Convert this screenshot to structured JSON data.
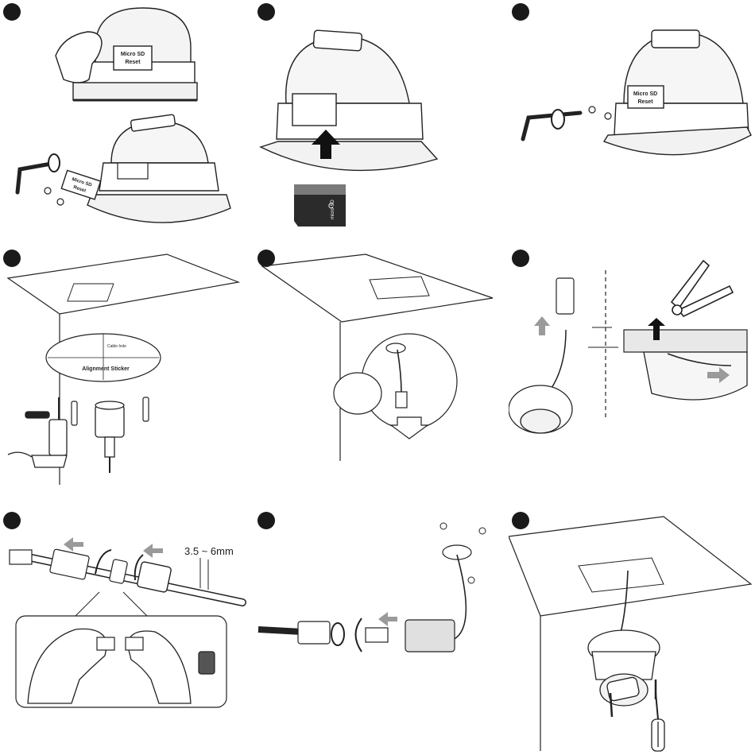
{
  "panels": [
    {
      "id": 1,
      "labels": {
        "sd_slot": "Micro SD",
        "reset": "Reset"
      }
    },
    {
      "id": 2,
      "labels": {
        "card_c": "C",
        "card_mark": "micro SD"
      }
    },
    {
      "id": 3,
      "labels": {
        "sd_slot": "Micro SD",
        "reset": "Reset"
      }
    },
    {
      "id": 4,
      "labels": {
        "sticker_title": "Alignment Sticker",
        "sticker_small": "Cable hole"
      }
    },
    {
      "id": 5,
      "labels": {}
    },
    {
      "id": 6,
      "labels": {}
    },
    {
      "id": 7,
      "labels": {
        "strip_length": "3.5 ~ 6mm"
      }
    },
    {
      "id": 8,
      "labels": {}
    },
    {
      "id": 9,
      "labels": {}
    }
  ],
  "icons": {
    "step_marker": "filled-black-circle",
    "arrow": "gray-block-arrow",
    "rotate": "curved-rotate-arrow"
  },
  "colors": {
    "line": "#222222",
    "marker": "#1a1a1a",
    "arrow_gray": "#9a9a9a",
    "arrow_black": "#111111",
    "card": "#2b2b2b",
    "ceiling_fill": "#e8e8e8"
  }
}
